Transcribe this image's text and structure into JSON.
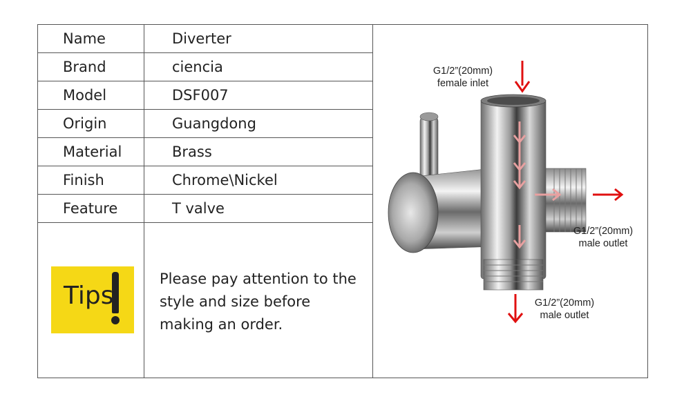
{
  "specs": [
    {
      "key": "Name",
      "value": "Diverter"
    },
    {
      "key": "Brand",
      "value": "ciencia"
    },
    {
      "key": "Model",
      "value": "DSF007"
    },
    {
      "key": "Origin",
      "value": "Guangdong"
    },
    {
      "key": "Material",
      "value": "Brass"
    },
    {
      "key": "Finish",
      "value": "Chrome\\Nickel"
    },
    {
      "key": "Feature",
      "value": "T valve"
    }
  ],
  "tips": {
    "word": "Tips",
    "message": "Please pay attention to the style and size before making an order."
  },
  "diagram": {
    "inlet": {
      "size": "G1/2”(20mm)",
      "label": "female inlet"
    },
    "side_outlet": {
      "size": "G1/2”(20mm)",
      "label": "male outlet"
    },
    "bottom_outlet": {
      "size": "G1/2”(20mm)",
      "label": "male outlet"
    }
  },
  "colors": {
    "tips_bg": "#f5d816",
    "arrow": "#e01010",
    "border": "#555555"
  }
}
